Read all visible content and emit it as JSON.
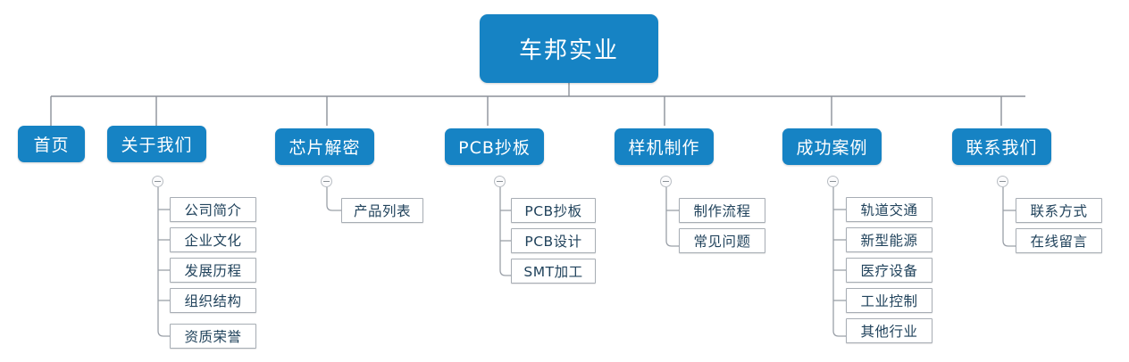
{
  "diagram": {
    "type": "sitemap-tree",
    "orientation": "top-down",
    "colors": {
      "node_blue": "#1683c4",
      "node_text": "#ffffff",
      "leaf_fill": "#ffffff",
      "leaf_border": "#a7adb4",
      "leaf_text": "#21435c",
      "connector": "#8c9199"
    },
    "root": {
      "label": "车邦实业"
    },
    "branches": [
      {
        "label": "首页",
        "toggle": null,
        "children": []
      },
      {
        "label": "关于我们",
        "toggle": "minus",
        "children": [
          {
            "label": "公司简介"
          },
          {
            "label": "企业文化"
          },
          {
            "label": "发展历程"
          },
          {
            "label": "组织结构"
          },
          {
            "label": "资质荣誉"
          }
        ]
      },
      {
        "label": "芯片解密",
        "toggle": "minus",
        "children": [
          {
            "label": "产品列表"
          }
        ]
      },
      {
        "label": "PCB抄板",
        "toggle": "minus",
        "children": [
          {
            "label": "PCB抄板"
          },
          {
            "label": "PCB设计"
          },
          {
            "label": "SMT加工"
          }
        ]
      },
      {
        "label": "样机制作",
        "toggle": "minus",
        "children": [
          {
            "label": "制作流程"
          },
          {
            "label": "常见问题"
          }
        ]
      },
      {
        "label": "成功案例",
        "toggle": "minus",
        "children": [
          {
            "label": "轨道交通"
          },
          {
            "label": "新型能源"
          },
          {
            "label": "医疗设备"
          },
          {
            "label": "工业控制"
          },
          {
            "label": "其他行业"
          }
        ]
      },
      {
        "label": "联系我们",
        "toggle": "minus",
        "children": [
          {
            "label": "联系方式"
          },
          {
            "label": "在线留言"
          }
        ]
      }
    ]
  }
}
